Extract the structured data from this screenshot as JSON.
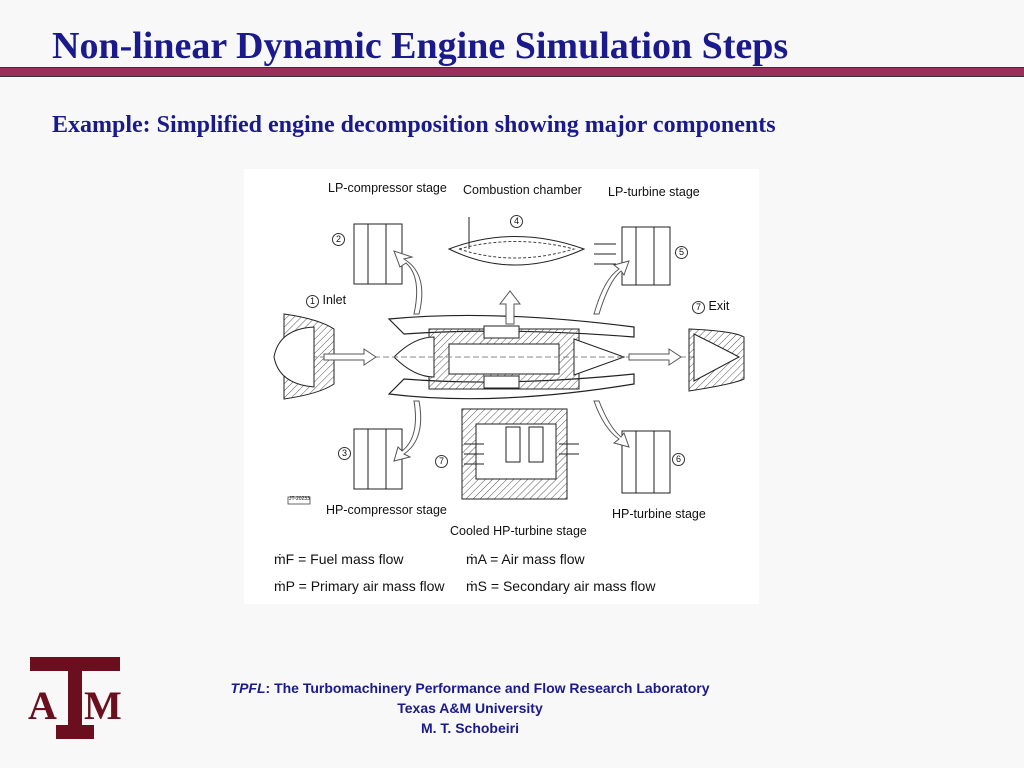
{
  "slide": {
    "title": "Non-linear Dynamic Engine Simulation Steps",
    "subtitle": "Example: Simplified engine decomposition showing major components"
  },
  "figure": {
    "labels": {
      "lp_compressor": "LP-compressor stage",
      "combustion": "Combustion chamber",
      "lp_turbine": "LP-turbine stage",
      "inlet": "Inlet",
      "exit": "Exit",
      "hp_compressor": "HP-compressor stage",
      "cooled_hp_turbine": "Cooled HP-turbine stage",
      "hp_turbine": "HP-turbine stage"
    },
    "circled_numbers": {
      "n1": "1",
      "n2": "2",
      "n3": "3",
      "n4": "4",
      "n5": "5",
      "n6": "6",
      "n7": "7",
      "n7b": "7"
    },
    "small_tag": "JT-20233",
    "legend": {
      "fuel": "ṁF = Fuel mass flow",
      "air": "ṁA = Air mass flow",
      "primary": "ṁP = Primary air mass flow",
      "secondary": "ṁS = Secondary air mass flow"
    }
  },
  "footer": {
    "lab_italic": "TPFL",
    "lab_rest": ": The Turbomachinery Performance and Flow Research Laboratory",
    "university": "Texas A&M University",
    "author": "M. T. Schobeiri"
  },
  "logo": {
    "letters": "ATM",
    "color": "#6b0f1e"
  },
  "colors": {
    "title": "#1a1a8c",
    "rule": "#9b2f5c"
  }
}
